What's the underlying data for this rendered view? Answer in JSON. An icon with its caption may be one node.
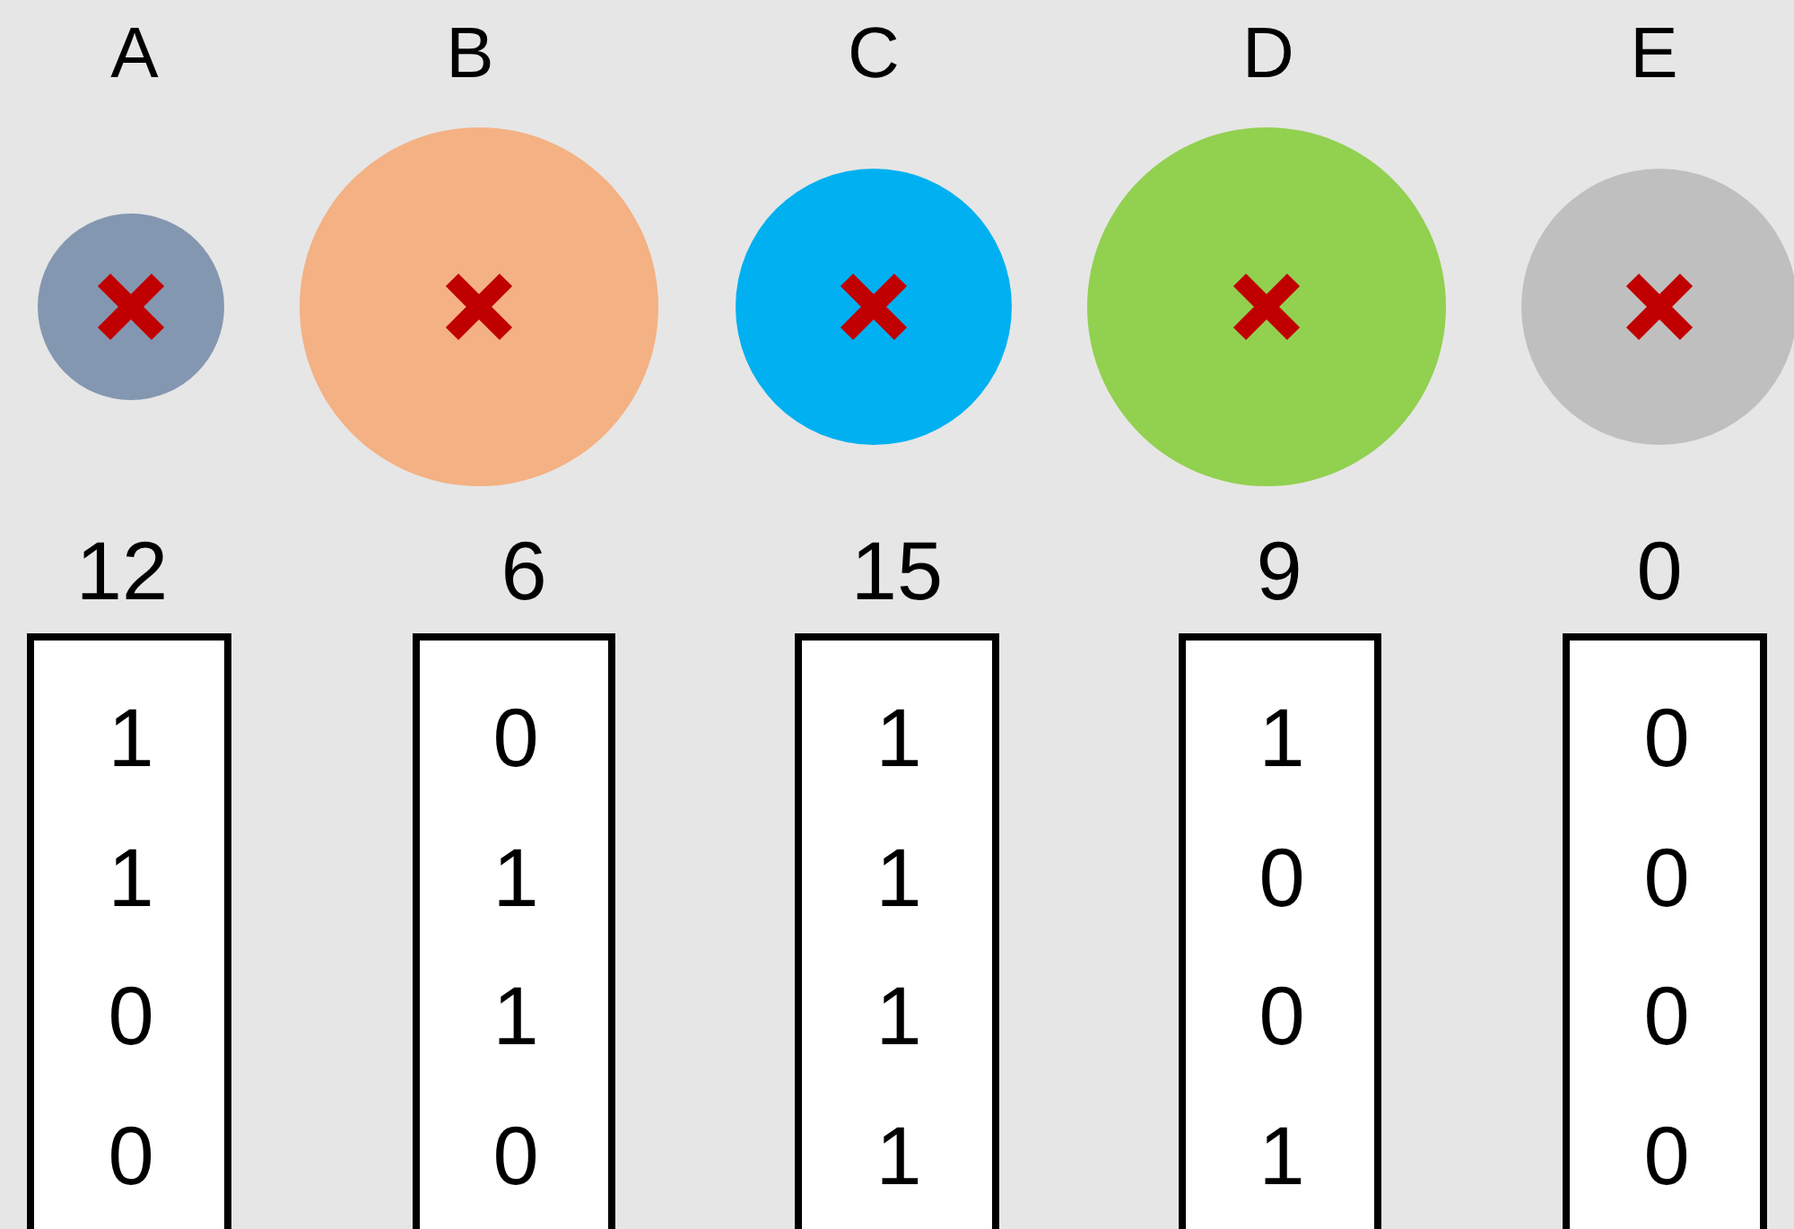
{
  "diagram": {
    "nodes": [
      {
        "text": [
          "A"
        ]
      },
      {
        "text": [
          "B"
        ]
      },
      {
        "text": [
          "C"
        ]
      },
      {
        "text": [
          "D"
        ]
      },
      {
        "text": [
          "E"
        ]
      },
      {
        "text": [
          "12",
          "1",
          "1",
          "0",
          "0"
        ]
      },
      {
        "text": [
          "6",
          "0",
          "1",
          "1",
          "0"
        ]
      },
      {
        "text": [
          "15",
          "1",
          "1",
          "1",
          "1"
        ]
      },
      {
        "text": [
          "9",
          "1",
          "0",
          "0",
          "1"
        ]
      },
      {
        "text": [
          "0",
          "0",
          "0",
          "0",
          "0"
        ]
      }
    ],
    "edges": []
  }
}
